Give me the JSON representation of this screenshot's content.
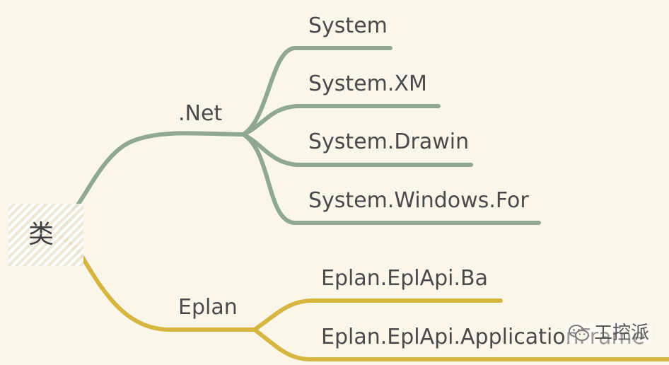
{
  "root": {
    "label": "类"
  },
  "branches": [
    {
      "label": ".Net",
      "children": [
        "System",
        "System.XM",
        "System.Drawin",
        "System.Windows.For"
      ]
    },
    {
      "label": "Eplan",
      "children": [
        "Eplan.EplApi.Ba",
        "Eplan.EplApi.ApplicationFrame"
      ]
    }
  ],
  "colors": {
    "background": "#faf6ea",
    "net_branch": "#8fa88f",
    "eplan_branch": "#d6b640",
    "text": "#4a4a4a"
  },
  "watermark": {
    "text": "工控派",
    "icon": "wechat-icon"
  }
}
